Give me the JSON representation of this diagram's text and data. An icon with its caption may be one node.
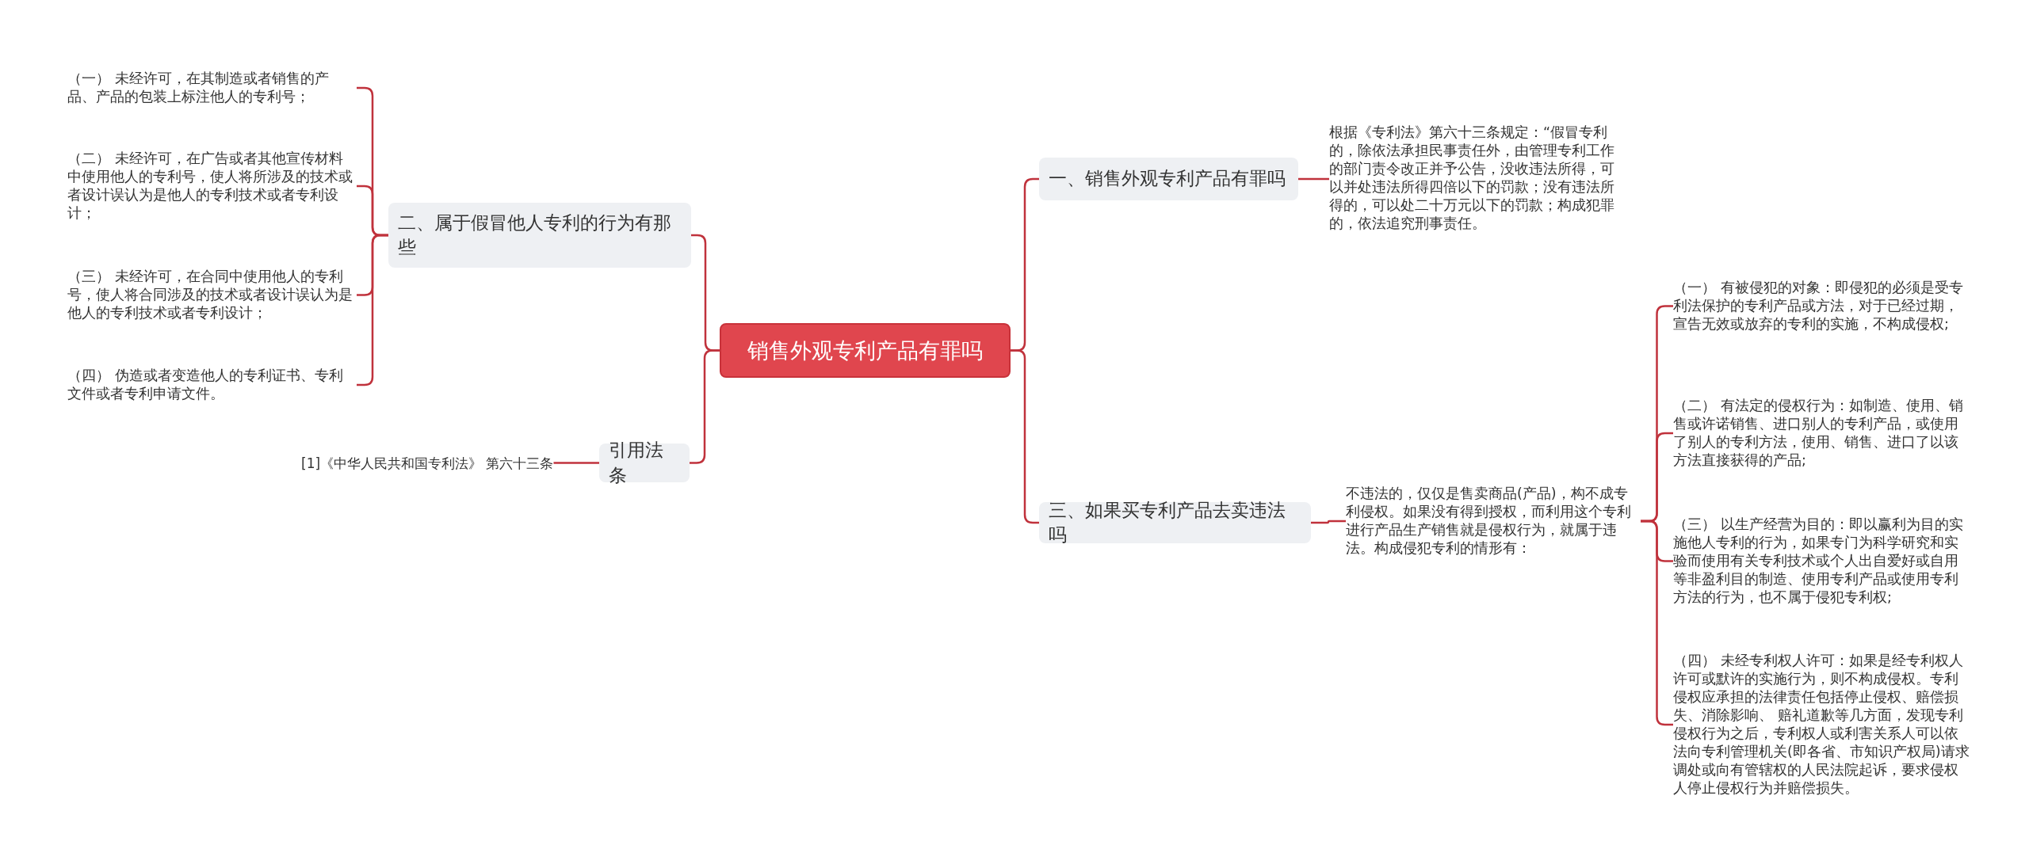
{
  "diagram": {
    "nodes": [
      {
        "text": [
          "销售外观专利产品有罪吗"
        ]
      },
      {
        "text": [
          "一、销售外观专利产品有罪吗"
        ]
      },
      {
        "text": [
          "根据《专利法》第六十三条规定：“假冒专利的，除依法承担民事责任外，由管理专利工作的部门责令改正并予公告，没收违法所得，可以并处违法所得四倍以下的罚款；没有违法所得的，可以处二十万元以下的罚款；构成犯罪的，依法追究刑事责任。"
        ]
      },
      {
        "text": [
          "三、如果买专利产品去卖违法吗"
        ]
      },
      {
        "text": [
          "不违法的，仅仅是售卖商品(产品)，构不成专利侵权。如果没有得到授权，而利用这个专利进行产品生产销售就是侵权行为，就属于违法。构成侵犯专利的情形有："
        ]
      },
      {
        "text": [
          "（一） 有被侵犯的对象：即侵犯的必须是受专利法保护的专利产品或方法，对于已经过期，宣告无效或放弃的专利的实施，不构成侵权;"
        ]
      },
      {
        "text": [
          "（二） 有法定的侵权行为：如制造、使用、销售或许诺销售、进口别人的专利产品，或使用了别人的专利方法，使用、销售、进口了以该方法直接获得的产品;"
        ]
      },
      {
        "text": [
          "（三） 以生产经营为目的：即以赢利为目的实施他人专利的行为，如果专门为科学研究和实验而使用有关专利技术或个人出自爱好或自用等非盈利目的制造、使用专利产品或使用专利方法的行为，也不属于侵犯专利权;"
        ]
      },
      {
        "text": [
          "（四） 未经专利权人许可：如果是经专利权人许可或默许的实施行为，则不构成侵权。专利侵权应承担的法律责任包括停止侵权、赔偿损失、消除影响、 赔礼道歉等几方面，发现专利侵权行为之后，专利权人或利害关系人可以依法向专利管理机关(即各省、市知识产权局)请求调处或向有管辖权的人民法院起诉，要求侵权人停止侵权行为并赔偿损失。"
        ]
      },
      {
        "text": [
          "二、属于假冒他人专利的行为有那些"
        ]
      },
      {
        "text": [
          "引用法条"
        ]
      },
      {
        "text": [
          "（一） 未经许可，在其制造或者销售的产品、产品的包装上标注他人的专利号；"
        ]
      },
      {
        "text": [
          "（二） 未经许可，在广告或者其他宣传材料中使用他人的专利号，使人将所涉及的技术或者设计误认为是他人的专利技术或者专利设计；"
        ]
      },
      {
        "text": [
          "（三） 未经许可，在合同中使用他人的专利号，使人将合同涉及的技术或者设计误认为是他人的专利技术或者专利设计；"
        ]
      },
      {
        "text": [
          "（四） 伪造或者变造他人的专利证书、专利文件或者专利申请文件。"
        ]
      },
      {
        "text": [
          "[1]《中华人民共和国专利法》 第六十三条"
        ]
      }
    ],
    "edges": [
      {
        "from": 0,
        "to": 1,
        "arrow": "none"
      },
      {
        "from": 1,
        "to": 2,
        "arrow": "none"
      },
      {
        "from": 0,
        "to": 3,
        "arrow": "none"
      },
      {
        "from": 3,
        "to": 4,
        "arrow": "none"
      },
      {
        "from": 4,
        "to": 5,
        "arrow": "none"
      },
      {
        "from": 4,
        "to": 6,
        "arrow": "none"
      },
      {
        "from": 4,
        "to": 7,
        "arrow": "none"
      },
      {
        "from": 4,
        "to": 8,
        "arrow": "none"
      },
      {
        "from": 0,
        "to": 9,
        "arrow": "none"
      },
      {
        "from": 0,
        "to": 10,
        "arrow": "none"
      },
      {
        "from": 9,
        "to": 11,
        "arrow": "none"
      },
      {
        "from": 9,
        "to": 12,
        "arrow": "none"
      },
      {
        "from": 9,
        "to": 13,
        "arrow": "none"
      },
      {
        "from": 9,
        "to": 14,
        "arrow": "none"
      },
      {
        "from": 10,
        "to": 15,
        "arrow": "none"
      }
    ]
  }
}
